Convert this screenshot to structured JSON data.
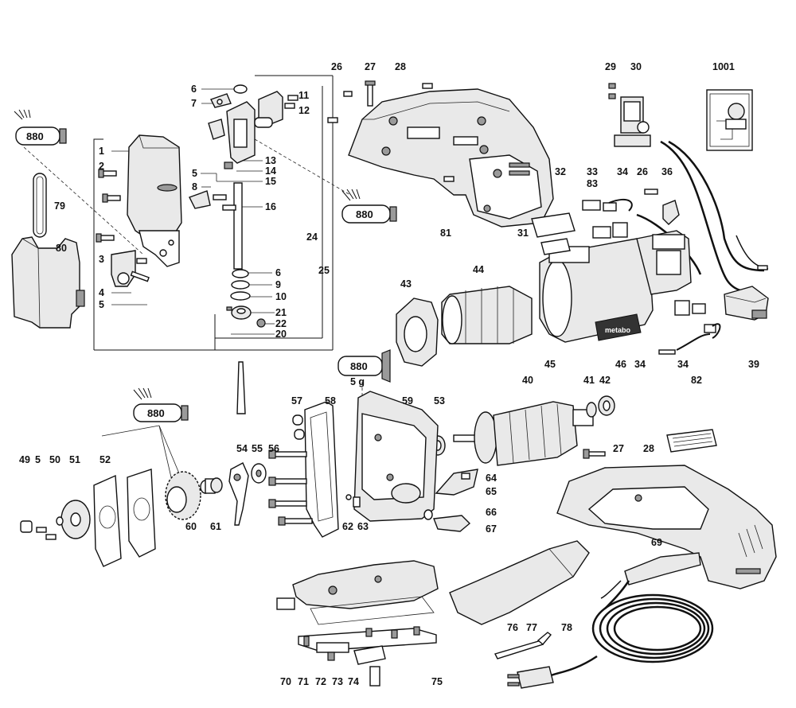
{
  "diagram": {
    "callouts": [
      {
        "id": "l6a",
        "text": "6"
      },
      {
        "id": "l7",
        "text": "7"
      },
      {
        "id": "l11",
        "text": "11"
      },
      {
        "id": "l12",
        "text": "12"
      },
      {
        "id": "l1",
        "text": "1"
      },
      {
        "id": "l2",
        "text": "2"
      },
      {
        "id": "l13",
        "text": "13"
      },
      {
        "id": "l14",
        "text": "14"
      },
      {
        "id": "l15",
        "text": "15"
      },
      {
        "id": "l5a",
        "text": "5"
      },
      {
        "id": "l8",
        "text": "8"
      },
      {
        "id": "l16",
        "text": "16"
      },
      {
        "id": "l3",
        "text": "3"
      },
      {
        "id": "l4",
        "text": "4"
      },
      {
        "id": "l5b",
        "text": "5"
      },
      {
        "id": "l6b",
        "text": "6"
      },
      {
        "id": "l9",
        "text": "9"
      },
      {
        "id": "l10",
        "text": "10"
      },
      {
        "id": "l21",
        "text": "21"
      },
      {
        "id": "l22",
        "text": "22"
      },
      {
        "id": "l20",
        "text": "20"
      },
      {
        "id": "l24",
        "text": "24"
      },
      {
        "id": "l25",
        "text": "25"
      },
      {
        "id": "l79",
        "text": "79"
      },
      {
        "id": "l80",
        "text": "80"
      },
      {
        "id": "l26a",
        "text": "26"
      },
      {
        "id": "l27a",
        "text": "27"
      },
      {
        "id": "l28a",
        "text": "28"
      },
      {
        "id": "l29",
        "text": "29"
      },
      {
        "id": "l30",
        "text": "30"
      },
      {
        "id": "l1001",
        "text": "1001"
      },
      {
        "id": "l81",
        "text": "81"
      },
      {
        "id": "l32",
        "text": "32"
      },
      {
        "id": "l33",
        "text": "33"
      },
      {
        "id": "l83",
        "text": "83"
      },
      {
        "id": "l34a",
        "text": "34"
      },
      {
        "id": "l26b",
        "text": "26"
      },
      {
        "id": "l36",
        "text": "36"
      },
      {
        "id": "l31",
        "text": "31"
      },
      {
        "id": "l44",
        "text": "44"
      },
      {
        "id": "l43",
        "text": "43"
      },
      {
        "id": "l45",
        "text": "45"
      },
      {
        "id": "l46",
        "text": "46"
      },
      {
        "id": "l34b",
        "text": "34"
      },
      {
        "id": "l34c",
        "text": "34"
      },
      {
        "id": "l39",
        "text": "39"
      },
      {
        "id": "l5g",
        "text": "5 g"
      },
      {
        "id": "l40",
        "text": "40"
      },
      {
        "id": "l41",
        "text": "41"
      },
      {
        "id": "l42",
        "text": "42"
      },
      {
        "id": "l82",
        "text": "82"
      },
      {
        "id": "l57",
        "text": "57"
      },
      {
        "id": "l58",
        "text": "58"
      },
      {
        "id": "l59",
        "text": "59"
      },
      {
        "id": "l53",
        "text": "53"
      },
      {
        "id": "l27b",
        "text": "27"
      },
      {
        "id": "l28b",
        "text": "28"
      },
      {
        "id": "l49",
        "text": "49"
      },
      {
        "id": "l5c",
        "text": "5"
      },
      {
        "id": "l50",
        "text": "50"
      },
      {
        "id": "l51",
        "text": "51"
      },
      {
        "id": "l52",
        "text": "52"
      },
      {
        "id": "l60",
        "text": "60"
      },
      {
        "id": "l61",
        "text": "61"
      },
      {
        "id": "l54",
        "text": "54"
      },
      {
        "id": "l55",
        "text": "55"
      },
      {
        "id": "l56",
        "text": "56"
      },
      {
        "id": "l62",
        "text": "62"
      },
      {
        "id": "l63",
        "text": "63"
      },
      {
        "id": "l64",
        "text": "64"
      },
      {
        "id": "l65",
        "text": "65"
      },
      {
        "id": "l66",
        "text": "66"
      },
      {
        "id": "l67",
        "text": "67"
      },
      {
        "id": "l69",
        "text": "69"
      },
      {
        "id": "l70",
        "text": "70"
      },
      {
        "id": "l71",
        "text": "71"
      },
      {
        "id": "l72",
        "text": "72"
      },
      {
        "id": "l73",
        "text": "73"
      },
      {
        "id": "l74",
        "text": "74"
      },
      {
        "id": "l75",
        "text": "75"
      },
      {
        "id": "l76",
        "text": "76"
      },
      {
        "id": "l77",
        "text": "77"
      },
      {
        "id": "l78",
        "text": "78"
      }
    ],
    "grease_tubes": [
      {
        "id": "t1",
        "text": "880"
      },
      {
        "id": "t2",
        "text": "880"
      },
      {
        "id": "t3",
        "text": "880"
      },
      {
        "id": "t4",
        "text": "880"
      }
    ],
    "logo": "metabo"
  }
}
